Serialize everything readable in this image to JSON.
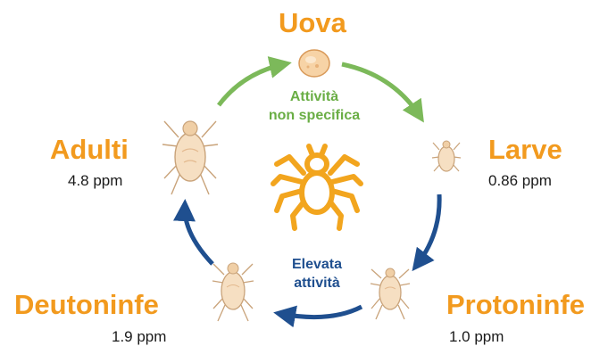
{
  "stages": {
    "eggs": {
      "name": "Uova"
    },
    "larvae": {
      "name": "Larve",
      "value": "0.86 ppm"
    },
    "protonymphs": {
      "name": "Protoninfe",
      "value": "1.0 ppm"
    },
    "deutonymphs": {
      "name": "Deutoninfe",
      "value": "1.9 ppm"
    },
    "adults": {
      "name": "Adulti",
      "value": "4.8 ppm"
    }
  },
  "activity": {
    "non_specific_line1": "Attività",
    "non_specific_line2": "non specifica",
    "high_line1": "Elevata",
    "high_line2": "attività"
  },
  "colors": {
    "title_orange": "#f29a1e",
    "green_arrow": "#7cb95a",
    "blue_arrow": "#1f4f8f",
    "spider_icon": "#f2a51e"
  },
  "icons": {
    "center": "spider-icon",
    "stages": "mite-icon"
  }
}
